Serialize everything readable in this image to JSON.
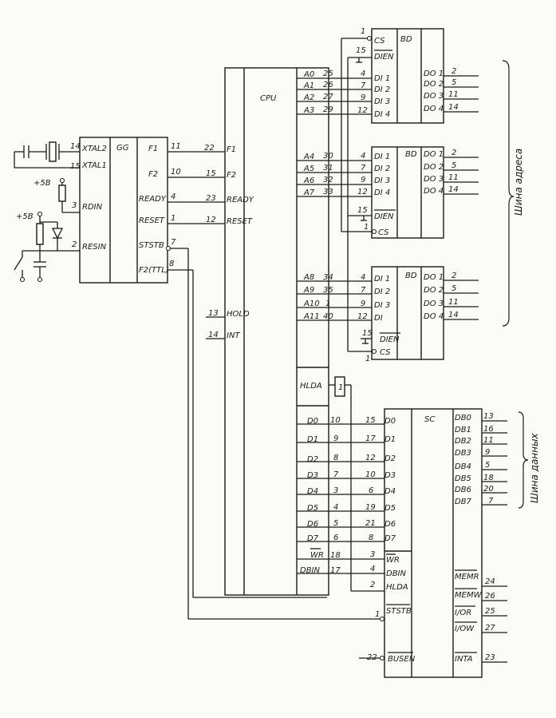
{
  "chips": {
    "gg": {
      "title": "GG",
      "left_pins": [
        "XTAL2",
        "XTAL1",
        "RDIN",
        "RESIN"
      ],
      "left_nums": [
        "14",
        "15",
        "3",
        "2"
      ],
      "right_pins": [
        "F1",
        "F2",
        "READY",
        "RESET",
        "STSTB",
        "F2(TTL)"
      ],
      "right_nums": [
        "11",
        "10",
        "4",
        "1",
        "7",
        "8"
      ]
    },
    "cpu": {
      "title": "CPU",
      "in_pins": [
        "F1",
        "F2",
        "READY",
        "RESET",
        "HOLD",
        "INT"
      ],
      "in_nums": [
        "22",
        "15",
        "23",
        "12",
        "13",
        "14"
      ],
      "addr_labels": [
        "A0",
        "A1",
        "A2",
        "A3",
        "A4",
        "A5",
        "A6",
        "A7",
        "A8",
        "A9",
        "A10",
        "A11"
      ],
      "addr_nums": [
        "25",
        "26",
        "27",
        "29",
        "30",
        "31",
        "32",
        "33",
        "34",
        "35",
        "1",
        "40"
      ],
      "hlda": "HLDA",
      "data_labels": [
        "D0",
        "D1",
        "D2",
        "D3",
        "D4",
        "D5",
        "D6",
        "D7",
        "WR",
        "DBIN"
      ],
      "data_nums": [
        "10",
        "9",
        "8",
        "7",
        "3",
        "4",
        "5",
        "6",
        "18",
        "17"
      ]
    },
    "bd1": {
      "title": "BD",
      "cs": "CS",
      "dien": "DIEN",
      "cs_num": "1",
      "dien_num": "15",
      "in_pins": [
        "DI 1",
        "DI 2",
        "DI 3",
        "DI 4"
      ],
      "in_nums": [
        "4",
        "7",
        "9",
        "12"
      ],
      "out_pins": [
        "DO 1",
        "DO 2",
        "DO 3",
        "DO 4"
      ],
      "out_nums": [
        "2",
        "5",
        "11",
        "14"
      ]
    },
    "bd2": {
      "title": "BD",
      "cs": "CS",
      "dien": "DIEN",
      "cs_num": "1",
      "dien_num": "15",
      "in_pins": [
        "DI 1",
        "DI 2",
        "DI 3",
        "DI 4"
      ],
      "in_nums": [
        "4",
        "7",
        "9",
        "12"
      ],
      "out_pins": [
        "DO 1",
        "DO 2",
        "DO 3",
        "DO 4"
      ],
      "out_nums": [
        "2",
        "5",
        "11",
        "14"
      ]
    },
    "bd3": {
      "title": "BD",
      "cs": "CS",
      "dien": "DIEN",
      "cs_num": "1",
      "dien_num": "15",
      "in_pins": [
        "DI 1",
        "DI 2",
        "DI 3",
        "DI"
      ],
      "in_nums": [
        "4",
        "7",
        "9",
        "12"
      ],
      "out_pins": [
        "DO 1",
        "DO 2",
        "DO 3",
        "DO 4"
      ],
      "out_nums": [
        "2",
        "5",
        "11",
        "14"
      ]
    },
    "sc": {
      "title": "SC",
      "left_pins": [
        "D0",
        "D1",
        "D2",
        "D3",
        "D4",
        "D5",
        "D6",
        "D7",
        "WR",
        "DBIN",
        "HLDA",
        "STSTB",
        "BUSEN"
      ],
      "left_nums": [
        "15",
        "17",
        "12",
        "10",
        "6",
        "19",
        "21",
        "8",
        "3",
        "4",
        "2",
        "1",
        "22"
      ],
      "right_pins": [
        "DB0",
        "DB1",
        "DB2",
        "DB3",
        "DB4",
        "DB5",
        "DB6",
        "DB7",
        "MEMR",
        "MEMW",
        "I/OR",
        "I/OW",
        "INTA"
      ],
      "right_nums": [
        "13",
        "16",
        "11",
        "9",
        "5",
        "18",
        "20",
        "7",
        "24",
        "26",
        "25",
        "27",
        "23"
      ]
    }
  },
  "power": [
    "+5В",
    "+5В"
  ],
  "hlda_link": "1",
  "bus_labels": {
    "address": "Шина адреса",
    "data": "Шина данных"
  },
  "colors": {
    "ink": "#1a1a1a",
    "paper": "#fbfbf8"
  }
}
